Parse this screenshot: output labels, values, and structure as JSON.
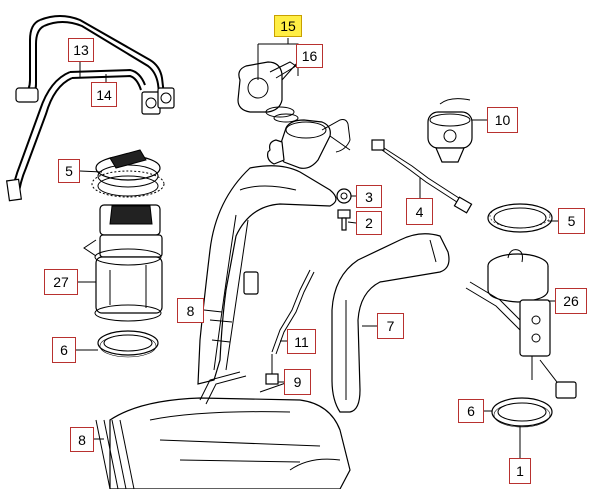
{
  "callouts": [
    {
      "id": "c15",
      "label": "15",
      "highlight": true
    },
    {
      "id": "c13",
      "label": "13",
      "highlight": false
    },
    {
      "id": "c14",
      "label": "14",
      "highlight": false
    },
    {
      "id": "c16",
      "label": "16",
      "highlight": false
    },
    {
      "id": "c10",
      "label": "10",
      "highlight": false
    },
    {
      "id": "c5a",
      "label": "5",
      "highlight": false
    },
    {
      "id": "c3",
      "label": "3",
      "highlight": false
    },
    {
      "id": "c2",
      "label": "2",
      "highlight": false
    },
    {
      "id": "c4",
      "label": "4",
      "highlight": false
    },
    {
      "id": "c5b",
      "label": "5",
      "highlight": false
    },
    {
      "id": "c27",
      "label": "27",
      "highlight": false
    },
    {
      "id": "c8a",
      "label": "8",
      "highlight": false
    },
    {
      "id": "c7",
      "label": "7",
      "highlight": false
    },
    {
      "id": "c26",
      "label": "26",
      "highlight": false
    },
    {
      "id": "c6a",
      "label": "6",
      "highlight": false
    },
    {
      "id": "c11",
      "label": "11",
      "highlight": false
    },
    {
      "id": "c9",
      "label": "9",
      "highlight": false
    },
    {
      "id": "c6b",
      "label": "6",
      "highlight": false
    },
    {
      "id": "c8b",
      "label": "8",
      "highlight": false
    },
    {
      "id": "c1",
      "label": "1",
      "highlight": false
    }
  ],
  "colors": {
    "callout_border": "#b8312f",
    "highlight_fill": "#ffee44",
    "line": "#000000"
  }
}
